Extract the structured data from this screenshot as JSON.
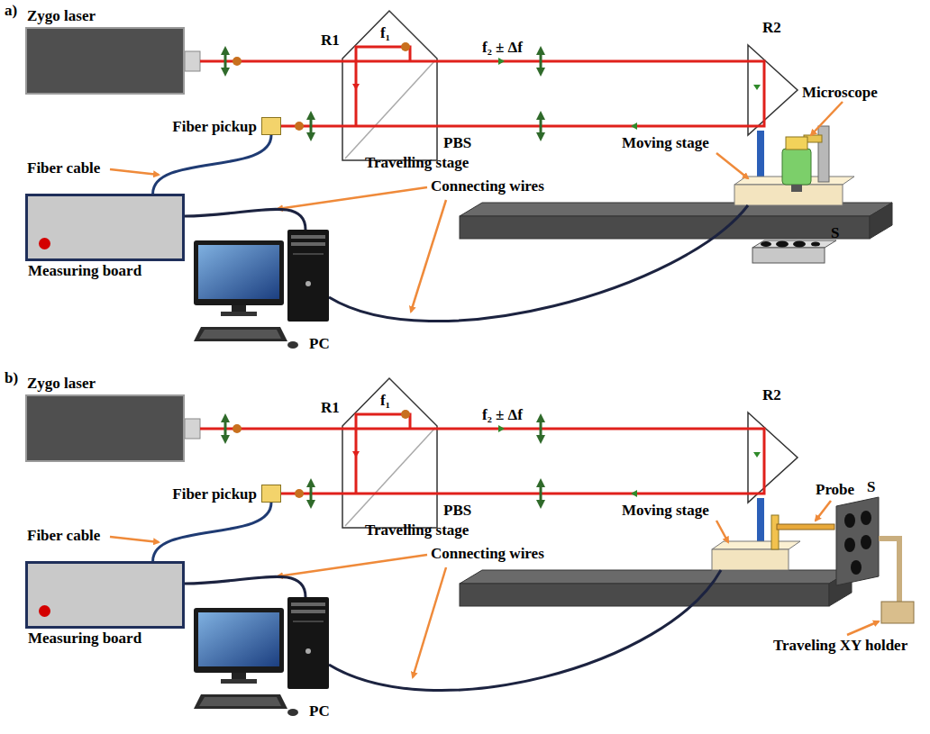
{
  "diagram": {
    "nodes": [
      {
        "text": [
          "Zygo laser"
        ]
      },
      {
        "text": [
          "Fiber pickup"
        ]
      },
      {
        "text": [
          "Measuring board"
        ]
      },
      {
        "text": [
          "PC"
        ]
      },
      {
        "text": [
          "Zygo laser"
        ]
      },
      {
        "text": [
          "Fiber pickup"
        ]
      },
      {
        "text": [
          "Measuring board"
        ]
      },
      {
        "text": [
          "PC"
        ]
      }
    ],
    "edges": [
      {
        "from": 1,
        "to": 2,
        "arrow": "none"
      },
      {
        "from": 2,
        "to": 3,
        "arrow": "none"
      },
      {
        "from": 5,
        "to": 6,
        "arrow": "none"
      },
      {
        "from": 6,
        "to": 7,
        "arrow": "none"
      }
    ],
    "labels": [
      "a)",
      "R1",
      "f₁",
      "f₂ ± Δf",
      "PBS",
      "R2",
      "Microscope",
      "Moving stage",
      "Fiber cable",
      "Travelling stage",
      "Connecting wires",
      "S",
      "b)",
      "R1",
      "f₁",
      "f₂ ± Δf",
      "PBS",
      "R2",
      "Probe",
      "S",
      "Moving stage",
      "Fiber cable",
      "Travelling stage",
      "Connecting wires",
      "Traveling XY holder"
    ]
  }
}
